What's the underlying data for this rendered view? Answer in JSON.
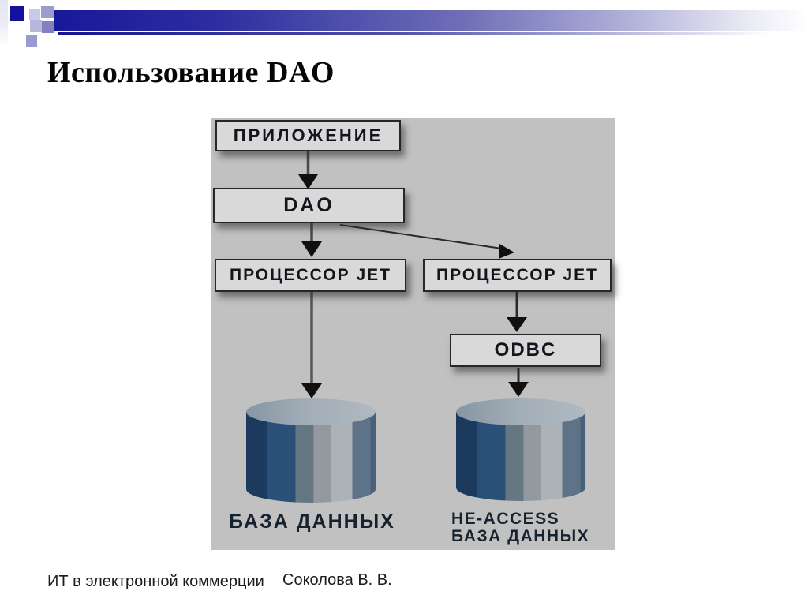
{
  "slide": {
    "title": "Использование DAO",
    "footer_left": "ИТ в электронной коммерции",
    "footer_right": "Соколова В. В."
  },
  "diagram": {
    "nodes": {
      "application": "ПРИЛОЖЕНИЕ",
      "dao": "DAO",
      "jet_left": "ПРОЦЕССОР JET",
      "jet_right": "ПРОЦЕССОР JET",
      "odbc": "ODBC"
    },
    "labels": {
      "db_left": "БАЗА ДАННЫХ",
      "db_right_line1": "НЕ-ACCESS",
      "db_right_line2": "БАЗА ДАННЫХ"
    },
    "colors": {
      "header_bar_navy": "#18189b",
      "header_square_navy": "#12129e",
      "header_square_lavender": "#9c9cce",
      "panel_background": "#c1c1c1",
      "node_fill": "#d9d9d9",
      "node_border": "#26262b",
      "node_text": "#14141c",
      "arrow": "#3a3a3a",
      "cylinder_dark_navy": "#1c3a5e",
      "cylinder_blue": "#2a5078",
      "cylinder_gray": "#93999f",
      "cylinder_top": "#9aa7b2"
    }
  }
}
